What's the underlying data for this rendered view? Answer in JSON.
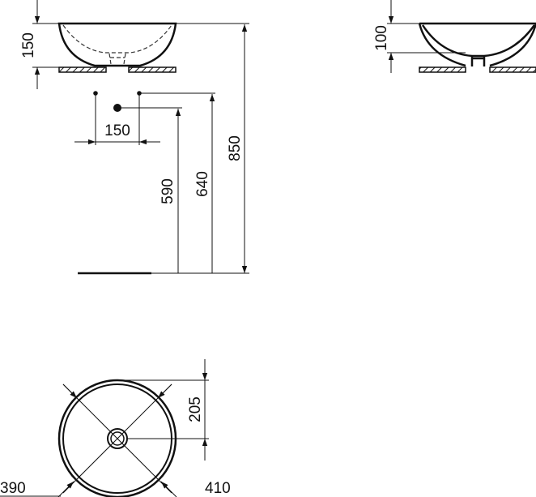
{
  "side_view": {
    "height_label": "150",
    "total_height_label": "850",
    "tap_spacing_label": "150",
    "waste_height_label": "590",
    "supply_height_label": "640"
  },
  "front_view": {
    "height_label": "100"
  },
  "plan_view": {
    "center_offset_label": "205",
    "inner_diameter_label": "390",
    "outer_diameter_label": "410"
  },
  "colors": {
    "line": "#111111",
    "background": "#ffffff"
  }
}
